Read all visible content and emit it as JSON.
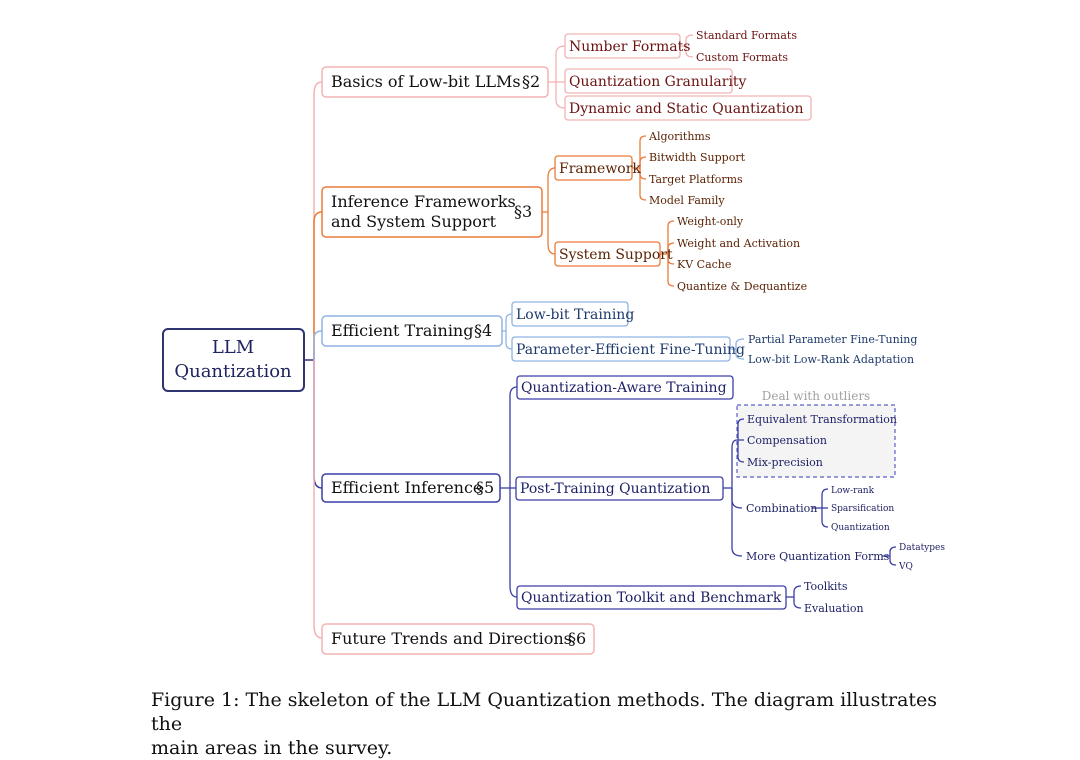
{
  "colors": {
    "root": "#2d3470",
    "basics_box": "#f2b3b3",
    "basics_text": "#6b1212",
    "inference_fw": "#ec7b39",
    "inference_fw_text": "#5a2305",
    "training": "#8fb3e3",
    "training_text": "#1e3a6b",
    "efficient_inf": "#3a3fa6",
    "efficient_inf_text": "#1f2266",
    "outlier_fill": "#f4f4f4",
    "outlier_border": "#5a5fc8",
    "outlier_label": "#a0a0a0"
  },
  "root": {
    "line1": "LLM",
    "line2": "Quantization"
  },
  "sections": {
    "basics": {
      "label": "Basics of Low-bit LLMs",
      "ref": "§2",
      "children": {
        "number_formats": {
          "label": "Number Formats",
          "leaves": [
            "Standard Formats",
            "Custom Formats"
          ]
        },
        "granularity": {
          "label": "Quantization Granularity"
        },
        "dynamic_static": {
          "label": "Dynamic and Static Quantization"
        }
      }
    },
    "inference_frameworks": {
      "line1": "Inference Frameworks",
      "line2": "and System Support",
      "ref": "§3",
      "children": {
        "framework": {
          "label": "Framework",
          "leaves": [
            "Algorithms",
            "Bitwidth Support",
            "Target Platforms",
            "Model Family"
          ]
        },
        "system_support": {
          "label": "System Support",
          "leaves": [
            "Weight-only",
            "Weight and Activation",
            "KV Cache",
            "Quantize & Dequantize"
          ]
        }
      }
    },
    "training": {
      "label": "Efficient Training",
      "ref": "§4",
      "children": {
        "low_bit_training": {
          "label": "Low-bit Training"
        },
        "peft": {
          "label": "Parameter-Efficient Fine-Tuning",
          "leaves": [
            "Partial Parameter Fine-Tuning",
            "Low-bit Low-Rank Adaptation"
          ]
        }
      }
    },
    "efficient_inference": {
      "label": "Efficient Inference",
      "ref": "§5",
      "children": {
        "qat": {
          "label": "Quantization-Aware Training"
        },
        "ptq": {
          "label": "Post-Training Quantization",
          "outliers": {
            "title": "Deal with outliers",
            "items": [
              "Equivalent Transformation",
              "Compensation",
              "Mix-precision"
            ]
          },
          "combination": {
            "label": "Combination",
            "leaves": [
              "Low-rank",
              "Sparsification",
              "Quantization"
            ]
          },
          "more_forms": {
            "label": "More Quantization Forms",
            "leaves": [
              "Datatypes",
              "VQ"
            ]
          }
        },
        "toolkit": {
          "label": "Quantization Toolkit and Benchmark",
          "leaves": [
            "Toolkits",
            "Evaluation"
          ]
        }
      }
    },
    "future": {
      "label": "Future Trends and Directions",
      "ref": "§6"
    }
  },
  "caption": {
    "line1": "Figure 1:  The skeleton of the LLM Quantization methods.  The diagram illustrates the",
    "line2": "main areas in the survey."
  }
}
